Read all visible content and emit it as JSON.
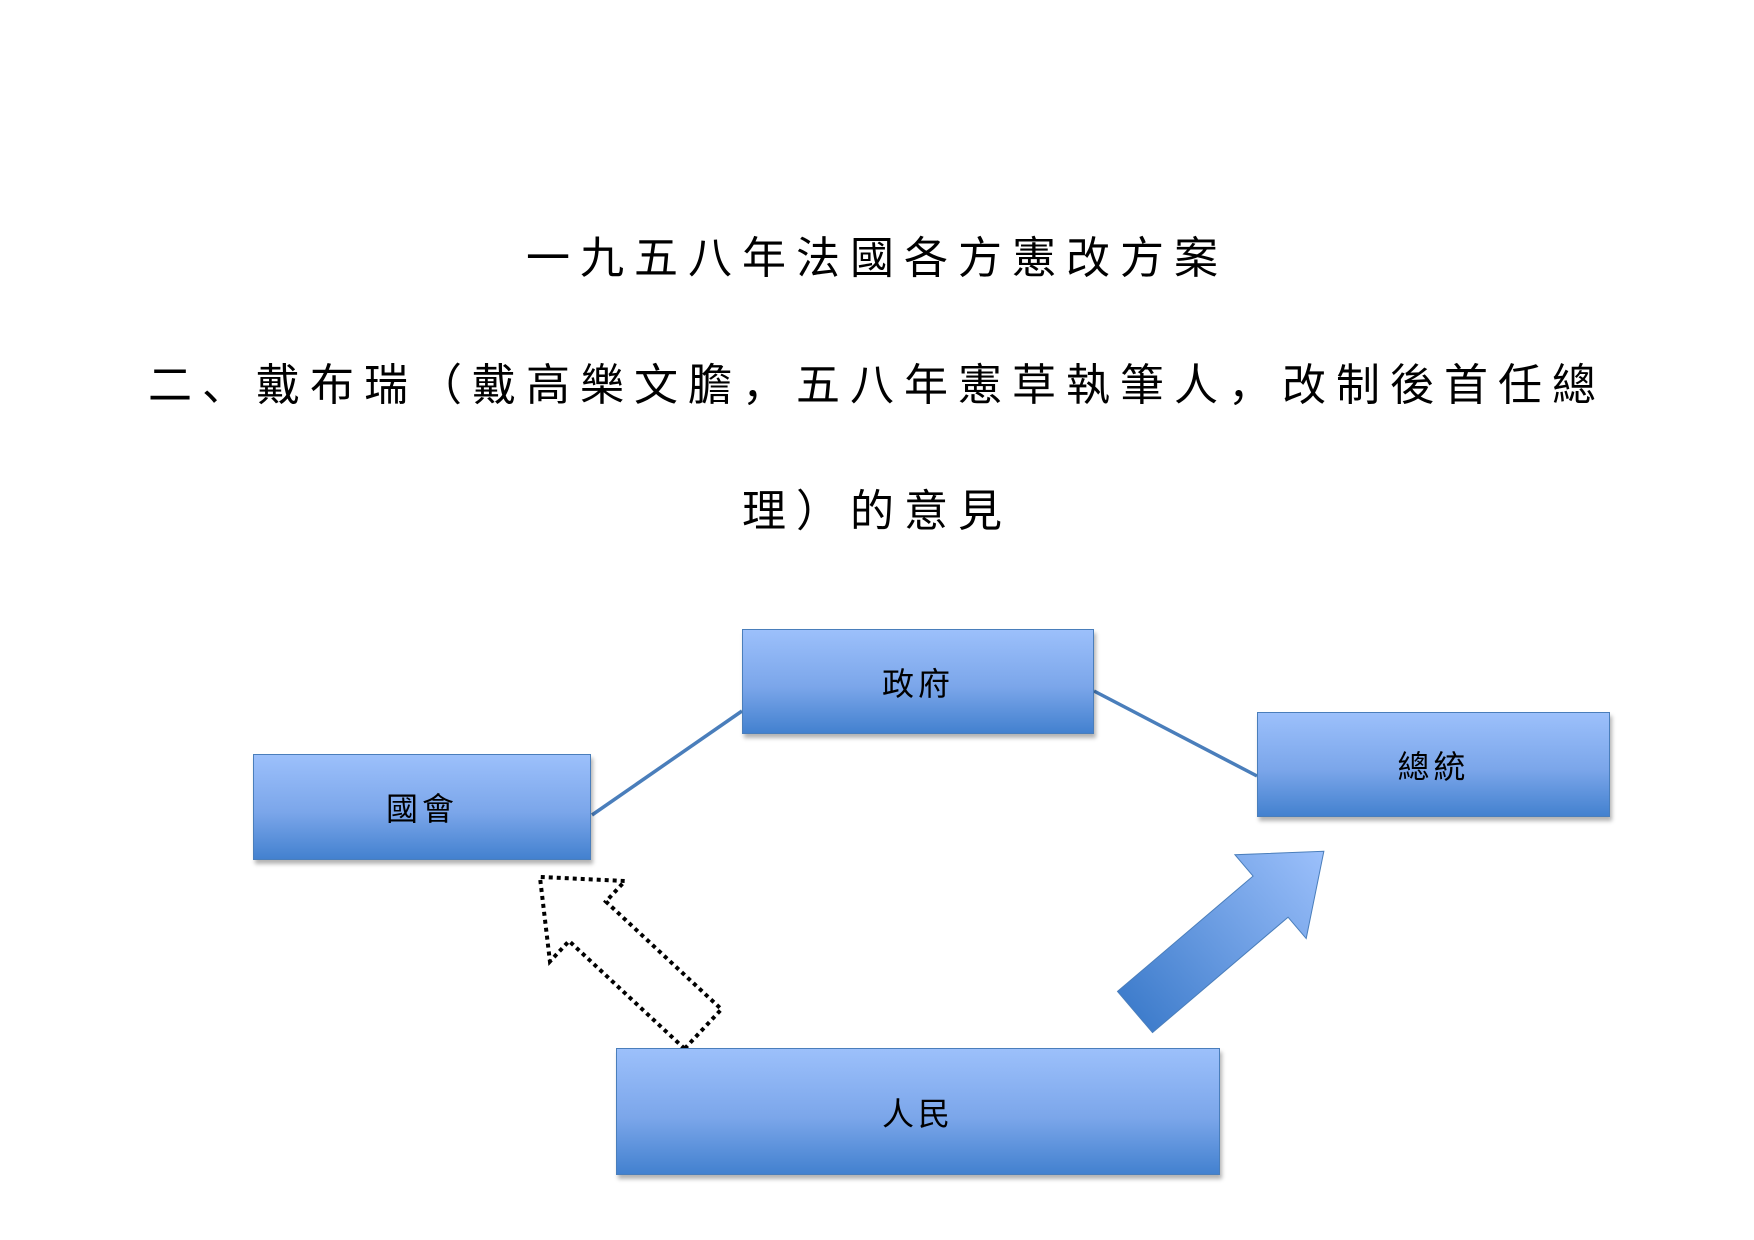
{
  "title": {
    "line1": "一九五八年法國各方憲改方案",
    "line2": "二、戴布瑞（戴高樂文膽，五八年憲草執筆人，改制後首任總",
    "line3": "理）的意見"
  },
  "diagram": {
    "nodes": {
      "government": "政府",
      "parliament": "國會",
      "president": "總統",
      "people": "人民"
    },
    "colors": {
      "box_top": "#9cc0fb",
      "box_bottom": "#4381cf",
      "line": "#4a7ebb"
    }
  }
}
